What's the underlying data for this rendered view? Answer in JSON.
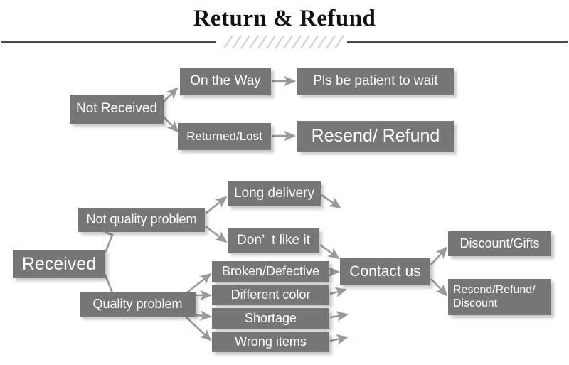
{
  "header": {
    "title": "Return & Refund",
    "divider_icon": "hatched-divider"
  },
  "flowchart": {
    "type": "flowchart",
    "node_color": "#767676",
    "text_color": "#ffffff",
    "connector_color": "#9a9a9a",
    "nodes": {
      "not_received": "Not Received",
      "on_the_way": "On the Way",
      "pls_be_patient": "Pls be patient to wait",
      "returned_lost": "Returned/Lost",
      "resend_refund": "Resend/ Refund",
      "received": "Received",
      "not_quality_problem": "Not quality problem",
      "quality_problem": "Quality problem",
      "long_delivery": "Long delivery",
      "dont_like_it": "Don’  t like it",
      "broken_defective": "Broken/Defective",
      "different_color": "Different color",
      "shortage": "Shortage",
      "wrong_items": "Wrong items",
      "contact_us": "Contact us",
      "discount_gifts": "Discount/Gifts",
      "resend_refund_discount_line1": "Resend/Refund/",
      "resend_refund_discount_line2": "Discount"
    },
    "edges": [
      {
        "from": "not_received",
        "to": "on_the_way",
        "arrow": true
      },
      {
        "from": "not_received",
        "to": "returned_lost",
        "arrow": true
      },
      {
        "from": "on_the_way",
        "to": "pls_be_patient",
        "arrow": true
      },
      {
        "from": "returned_lost",
        "to": "resend_refund",
        "arrow": true
      },
      {
        "from": "received",
        "to": "not_quality_problem",
        "arrow": false
      },
      {
        "from": "received",
        "to": "quality_problem",
        "arrow": false
      },
      {
        "from": "not_quality_problem",
        "to": "long_delivery",
        "arrow": true
      },
      {
        "from": "not_quality_problem",
        "to": "dont_like_it",
        "arrow": true
      },
      {
        "from": "quality_problem",
        "to": "broken_defective",
        "arrow": true
      },
      {
        "from": "quality_problem",
        "to": "different_color",
        "arrow": true
      },
      {
        "from": "quality_problem",
        "to": "shortage",
        "arrow": true
      },
      {
        "from": "quality_problem",
        "to": "wrong_items",
        "arrow": true
      },
      {
        "from": "long_delivery",
        "to": "contact_us",
        "arrow": true
      },
      {
        "from": "dont_like_it",
        "to": "contact_us",
        "arrow": true
      },
      {
        "from": "broken_defective",
        "to": "contact_us",
        "arrow": true
      },
      {
        "from": "different_color",
        "to": "contact_us",
        "arrow": true
      },
      {
        "from": "shortage",
        "to": "contact_us",
        "arrow": true
      },
      {
        "from": "wrong_items",
        "to": "contact_us",
        "arrow": true
      },
      {
        "from": "contact_us",
        "to": "discount_gifts",
        "arrow": true
      },
      {
        "from": "contact_us",
        "to": "resend_refund_discount",
        "arrow": true
      }
    ]
  }
}
